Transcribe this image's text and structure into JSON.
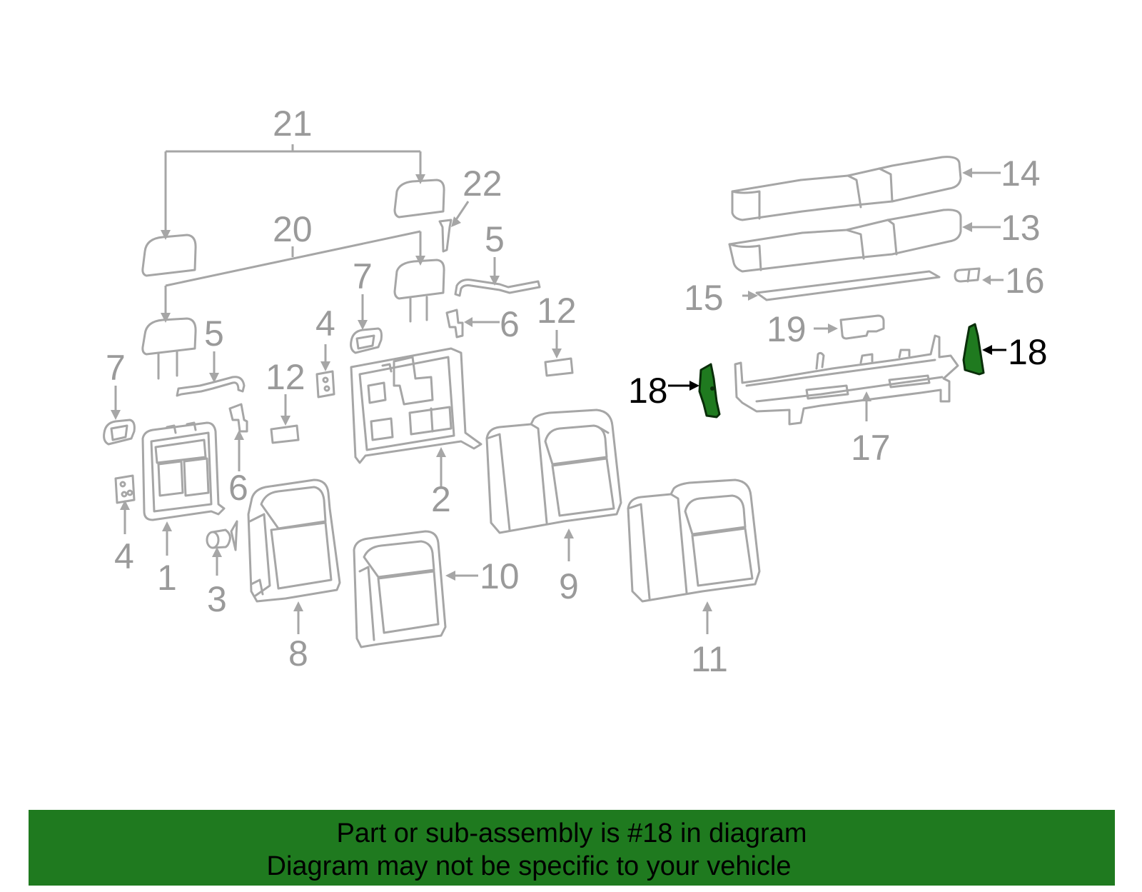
{
  "callouts": {
    "c1": "1",
    "c2": "2",
    "c3": "3",
    "c4a": "4",
    "c4b": "4",
    "c5a": "5",
    "c5b": "5",
    "c6a": "6",
    "c6b": "6",
    "c7a": "7",
    "c7b": "7",
    "c8": "8",
    "c9": "9",
    "c10": "10",
    "c11": "11",
    "c12a": "12",
    "c12b": "12",
    "c13": "13",
    "c14": "14",
    "c15": "15",
    "c16": "16",
    "c17": "17",
    "c18a": "18",
    "c18b": "18",
    "c19": "19",
    "c20": "20",
    "c21": "21",
    "c22": "22"
  },
  "highlight": {
    "part_number": "18",
    "color": "#1f7a1f"
  },
  "footer": {
    "line1": "Part or sub-assembly is #18 in diagram",
    "line2": "Diagram may not be specific to your vehicle",
    "background": "#1f7a1f"
  }
}
